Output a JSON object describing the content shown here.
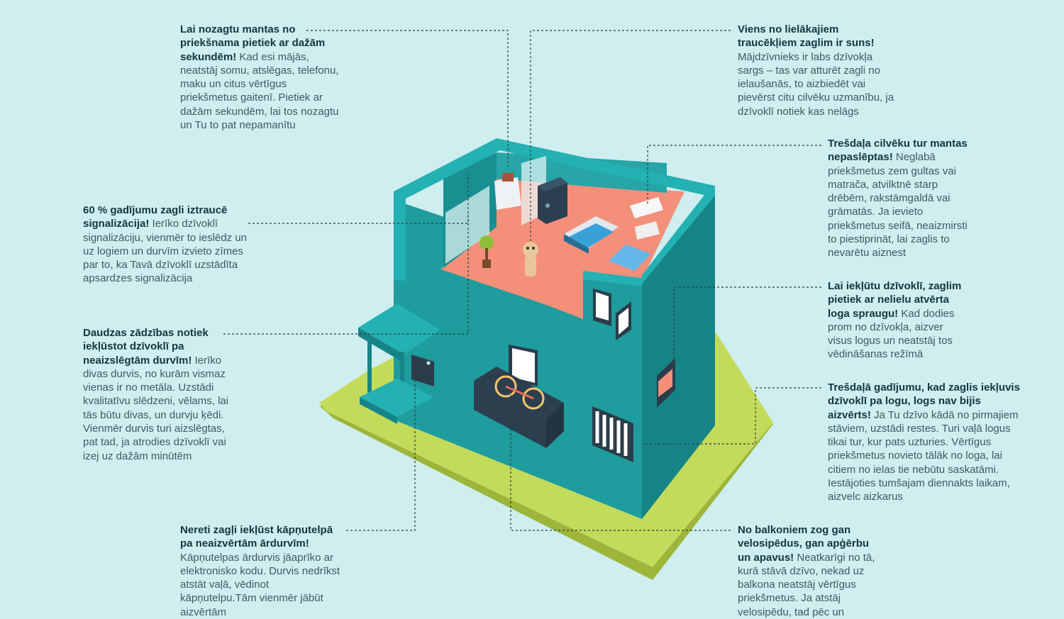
{
  "colors": {
    "background": "#cfeef0",
    "wall_front": "#1e9c9e",
    "wall_side": "#168486",
    "wall_top": "#23b1b3",
    "floor": "#f4907a",
    "lawn": "#c3db5a",
    "lawn_edge": "#9cb53a",
    "heading_text": "#143640",
    "body_text": "#3e5a63",
    "leader_line": "#2b3f45"
  },
  "tips": [
    {
      "heading": "Lai nozagtu mantas no priekšnama pietiek ar dažām sekundēm!",
      "body": "Kad esi mājās, neatstāj somu, atslēgas, telefonu, maku un citus vērtīgus priekšmetus gaitenī. Pietiek ar dažām sekundēm, lai tos nozagtu un Tu to pat nepamanītu"
    },
    {
      "heading": "Viens no lielākajiem traucēkļiem zaglim ir suns!",
      "body": "Mājdzīvnieks ir labs dzīvokļa sargs – tas var atturēt zagli no ielaušanās, to aizbiedēt vai pievērst citu cilvēku uzmanību, ja dzīvoklī notiek kas nelāgs"
    },
    {
      "heading": "Trešdaļa cilvēku tur mantas nepaslēptas!",
      "body": "Neglabā priekšmetus zem gultas vai matrača, atvilktnē starp drēbēm, rakstāmgaldā vai grāmatās. Ja ievieto priekšmetus seifā, neaizmirsti to piestiprināt, lai zaglis to nevarētu aiznest"
    },
    {
      "heading": "60 % gadījumu zagli iztraucē signalizācija!",
      "body": "Ierīko dzīvoklī signalizāciju, vienmēr to ieslēdz un uz logiem un durvīm izvieto zīmes par to, ka Tavā dzīvoklī uzstādīta apsardzes signalizācija"
    },
    {
      "heading": "Lai iekļūtu dzīvoklī, zaglim pietiek ar nelielu atvērta loga spraugu!",
      "body": "Kad dodies prom no dzīvokļa, aizver visus logus un neatstāj tos vēdināšanas režīmā"
    },
    {
      "heading": "Daudzas zādzības notiek iekļūstot dzīvoklī pa neaizslēgtām durvīm!",
      "body": "Ierīko divas durvis, no kurām vismaz vienas ir no metāla. Uzstādi kvalitatīvu slēdzeni, vēlams, lai tās būtu divas, un durvju ķēdi. Vienmēr durvis turi aizslēgtas, pat tad, ja atrodies dzīvoklī vai izej uz dažām minūtēm"
    },
    {
      "heading": "Trešdaļā gadījumu, kad zaglis iekļuvis dzīvoklī pa logu, logs nav bijis aizvērts!",
      "body": "Ja Tu dzīvo kādā no pirmajiem stāviem, uzstādi restes. Turi vaļā logus tikai tur, kur pats uzturies. Vērtīgus priekšmetus novieto tālāk no loga, lai citiem no ielas tie nebūtu saskatāmi. Iestājoties tumšajam diennakts laikam, aizvelc aizkarus"
    },
    {
      "heading": "Nereti zagļi iekļūst kāpņutelpā pa neaizvērtām ārdurvīm!",
      "body": "Kāpņutelpas ārdurvis jāaprīko ar elektronisko kodu. Durvis nedrīkst atstāt vaļā, vēdinot kāpņutelpu.Tām vienmēr jābūt aizvērtām"
    },
    {
      "heading": "No balkoniem zog gan velosipēdus, gan apģērbu un apavus!",
      "body": "Neatkarīgi no tā, kurā stāvā dzīvo, nekad uz balkona neatstāj vērtīgus priekšmetus. Ja atstāj velosipēdu, tad pēc un"
    }
  ]
}
